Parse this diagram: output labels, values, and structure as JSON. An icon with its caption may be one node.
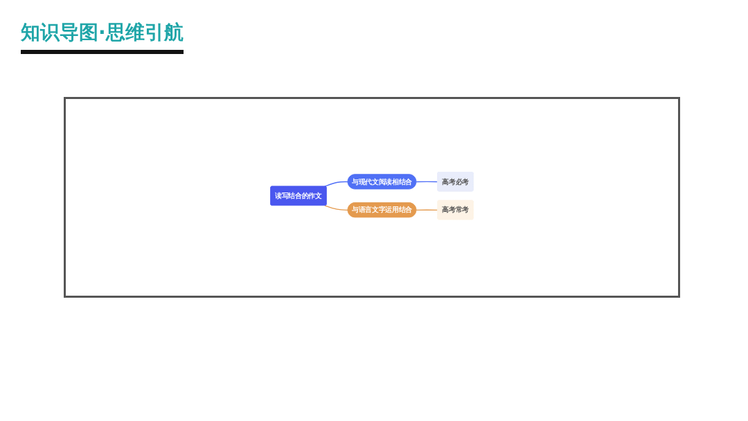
{
  "diagram": {
    "title": "知识导图·思维引航",
    "nodes": [
      {
        "text": [
          "读写结合的作文"
        ]
      },
      {
        "text": [
          "与现代文阅读相结合"
        ]
      },
      {
        "text": [
          "与语言文字运用结合"
        ]
      },
      {
        "text": [
          "高考必考"
        ]
      },
      {
        "text": [
          "高考常考"
        ]
      }
    ],
    "edges": [
      {
        "from": 0,
        "to": 1,
        "arrow": "none",
        "color": "#4f6ef7"
      },
      {
        "from": 0,
        "to": 2,
        "arrow": "none",
        "color": "#e49a4e"
      },
      {
        "from": 1,
        "to": 3,
        "arrow": "none",
        "color": "#4f6ef7"
      },
      {
        "from": 2,
        "to": 4,
        "arrow": "none",
        "color": "#e49a4e"
      }
    ]
  }
}
